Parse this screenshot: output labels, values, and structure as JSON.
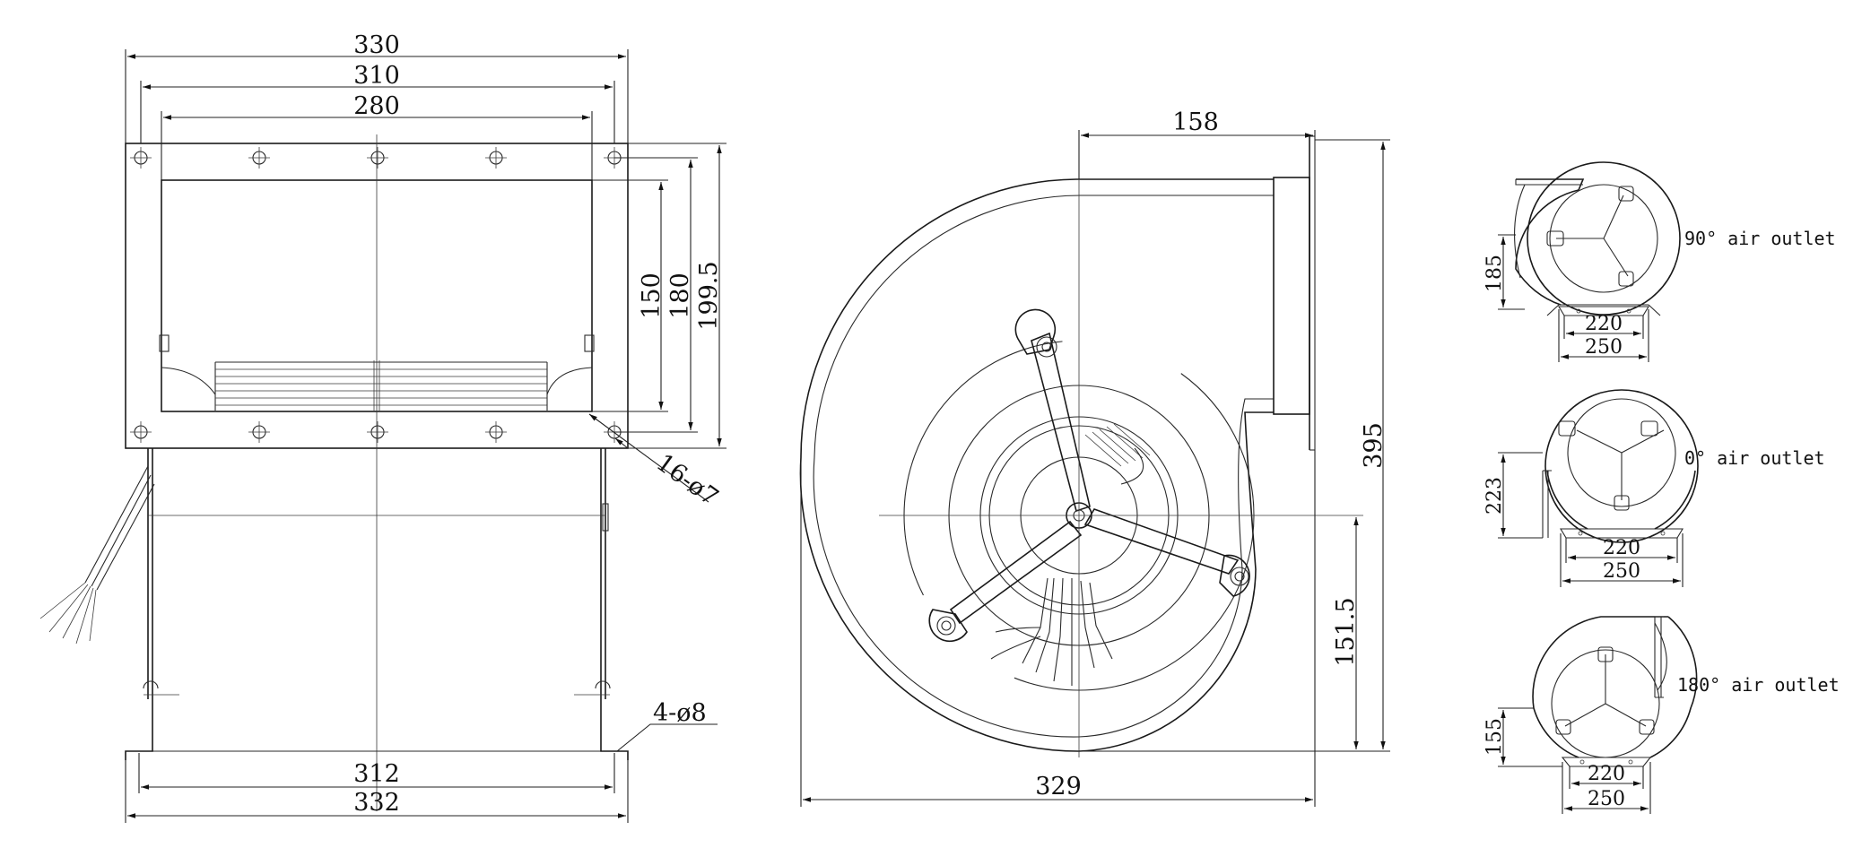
{
  "front_view": {
    "width_outer": "330",
    "width_mid": "310",
    "width_inner": "280",
    "height_150": "150",
    "height_180": "180",
    "height_199": "199.5",
    "holes_label": "16-ø7",
    "foot_holes_label": "4-ø8",
    "foot_width_inner": "312",
    "foot_width_outer": "332"
  },
  "side_view": {
    "offset_top": "158",
    "height_total": "395",
    "center_height": "151.5",
    "width_total": "329"
  },
  "outlet_views": [
    {
      "label": "90° air outlet",
      "height": "185",
      "width_inner": "220",
      "width_outer": "250"
    },
    {
      "label": "0° air outlet",
      "height": "223",
      "width_inner": "220",
      "width_outer": "250"
    },
    {
      "label": "180° air outlet",
      "height": "155",
      "width_inner": "220",
      "width_outer": "250"
    }
  ]
}
